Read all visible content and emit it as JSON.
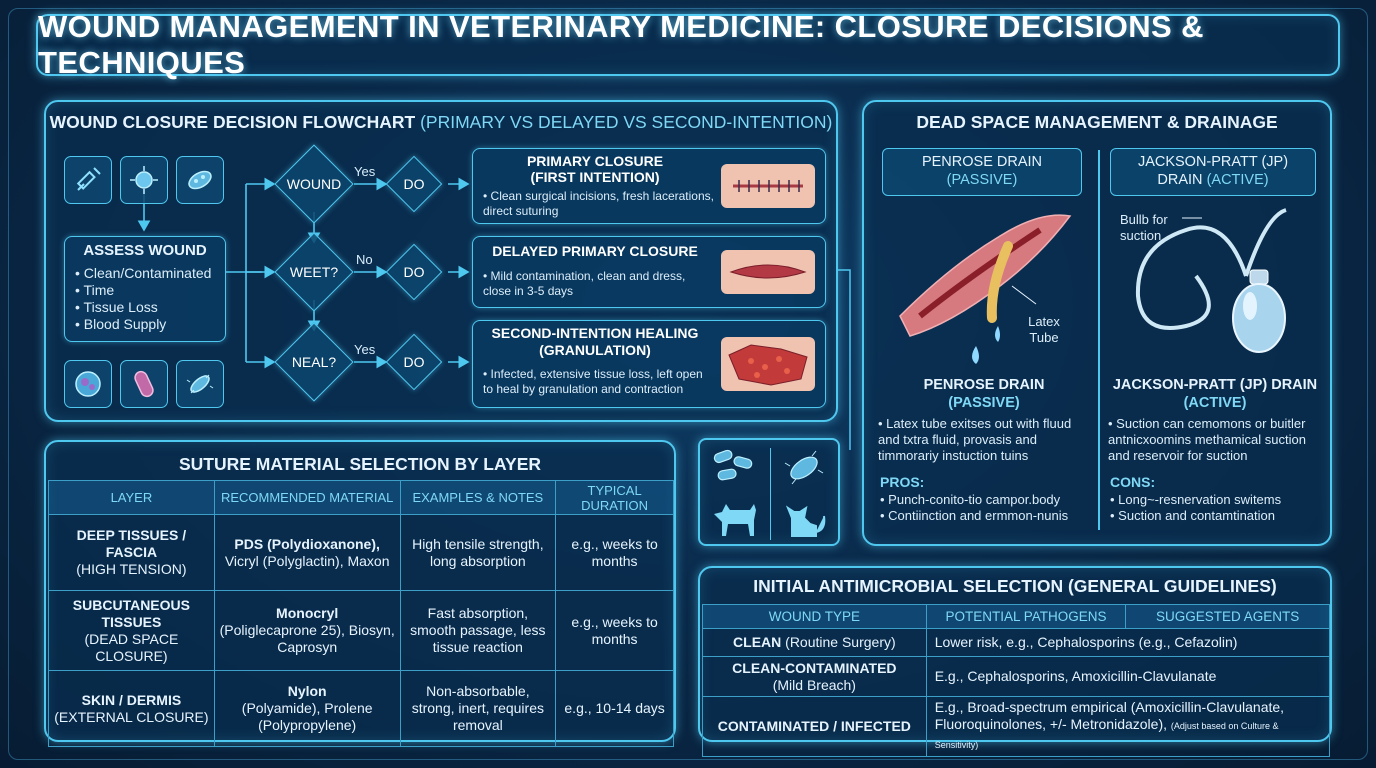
{
  "title": "WOUND MANAGEMENT IN VETERINARY MEDICINE: CLOSURE DECISIONS & TECHNIQUES",
  "flowchart": {
    "title": "WOUND CLOSURE DECISION FLOWCHART",
    "subtitle": "(PRIMARY VS DELAYED VS SECOND-INTENTION)",
    "assess": {
      "title": "ASSESS WOUND",
      "items": [
        "Clean/Contaminated",
        "Time",
        "Tissue Loss",
        "Blood Supply"
      ]
    },
    "decisions": [
      "WOUND",
      "WEET?",
      "NEAL?"
    ],
    "actions": [
      "DO",
      "DO",
      "DO"
    ],
    "edge_labels": [
      "Yes",
      "No",
      "Yes"
    ],
    "outcomes": [
      {
        "title": "PRIMARY CLOSURE",
        "subtitle": "(FIRST INTENTION)",
        "text": "Clean surgical incisions, fresh lacerations, direct suturing"
      },
      {
        "title": "DELAYED PRIMARY CLOSURE",
        "subtitle": "",
        "text": "Mild contamination, clean and dress, close in 3-5 days"
      },
      {
        "title": "SECOND-INTENTION HEALING",
        "subtitle": "(GRANULATION)",
        "text": "Infected, extensive tissue loss, left open to heal by granulation and contraction"
      }
    ]
  },
  "suture": {
    "title": "SUTURE MATERIAL SELECTION BY LAYER",
    "headers": [
      "LAYER",
      "RECOMMENDED MATERIAL",
      "EXAMPLES & NOTES",
      "TYPICAL DURATION"
    ],
    "rows": [
      {
        "layer_main": "DEEP TISSUES / FASCIA",
        "layer_sub": "(HIGH TENSION)",
        "material_main": "PDS (Polydioxanone),",
        "material_sub": "Vicryl (Polyglactin), Maxon",
        "notes": "High tensile strength, long absorption",
        "duration": "e.g., weeks to months"
      },
      {
        "layer_main": "SUBCUTANEOUS TISSUES",
        "layer_sub": "(DEAD SPACE CLOSURE)",
        "material_main": "Monocryl",
        "material_sub": "(Poliglecaprone 25), Biosyn, Caprosyn",
        "notes": "Fast absorption, smooth passage, less tissue reaction",
        "duration": "e.g., weeks to months"
      },
      {
        "layer_main": "SKIN / DERMIS",
        "layer_sub": "(EXTERNAL CLOSURE)",
        "material_main": "Nylon",
        "material_sub": "(Polyamide), Prolene (Polypropylene)",
        "notes": "Non-absorbable, strong, inert, requires removal",
        "duration": "e.g., 10-14 days"
      }
    ]
  },
  "dead_space": {
    "title": "DEAD SPACE MANAGEMENT & DRAINAGE",
    "penrose": {
      "head": "PENROSE DRAIN",
      "head_sub": "(PASSIVE)",
      "callout": "Latex Tube",
      "label": "PENROSE DRAIN",
      "label_sub": "(PASSIVE)",
      "desc": "Latex tube exitses out with fluud and txtra fluid, provasis and timmorariy instuction tuins",
      "list_label": "PROS:",
      "list": [
        "Punch-conito-tio campor.body",
        "Contiinction and ermmon-nunis"
      ]
    },
    "jp": {
      "head": "JACKSON-PRATT (JP)",
      "head_sub_a": "DRAIN",
      "head_sub_b": "(ACTIVE)",
      "callout": "Bullb for suction",
      "label": "JACKSON-PRATT (JP) DRAIN",
      "label_sub": "(ACTIVE)",
      "desc": "Suction can cemomons or buitler antnicxoomins methamical suction and reservoir for suction",
      "list_label": "CONS:",
      "list": [
        "Long~-resnervation switems",
        "Suction and contamtination"
      ]
    }
  },
  "antimicrobial": {
    "title": "INITIAL ANTIMICROBIAL SELECTION (GENERAL GUIDELINES)",
    "headers": [
      "WOUND TYPE",
      "POTENTIAL PATHOGENS",
      "SUGGESTED AGENTS"
    ],
    "rows": [
      {
        "type_main": "CLEAN",
        "type_sub": "(Routine Surgery)",
        "agents": "Lower risk, e.g., Cephalosporins (e.g., Cefazolin)",
        "note": ""
      },
      {
        "type_main": "CLEAN-CONTAMINATED",
        "type_sub": "(Mild Breach)",
        "agents": "E.g., Cephalosporins, Amoxicillin-Clavulanate",
        "note": ""
      },
      {
        "type_main": "CONTAMINATED / INFECTED",
        "type_sub": "",
        "agents": "E.g., Broad-spectrum empirical (Amoxicillin-Clavulanate, Fluoroquinolones, +/- Metronidazole),",
        "note": "(Adjust based on Culture & Sensitivity)"
      }
    ]
  },
  "icons": [
    "syringe-icon",
    "bacteria-cell-icon",
    "germ-icon",
    "cell-icon",
    "bacillus-icon",
    "flagellate-icon",
    "dog-icon",
    "cat-icon"
  ],
  "colors": {
    "accent": "#4fc8f0",
    "background": "#0a2a4a",
    "highlight": "#7fd8f5"
  }
}
